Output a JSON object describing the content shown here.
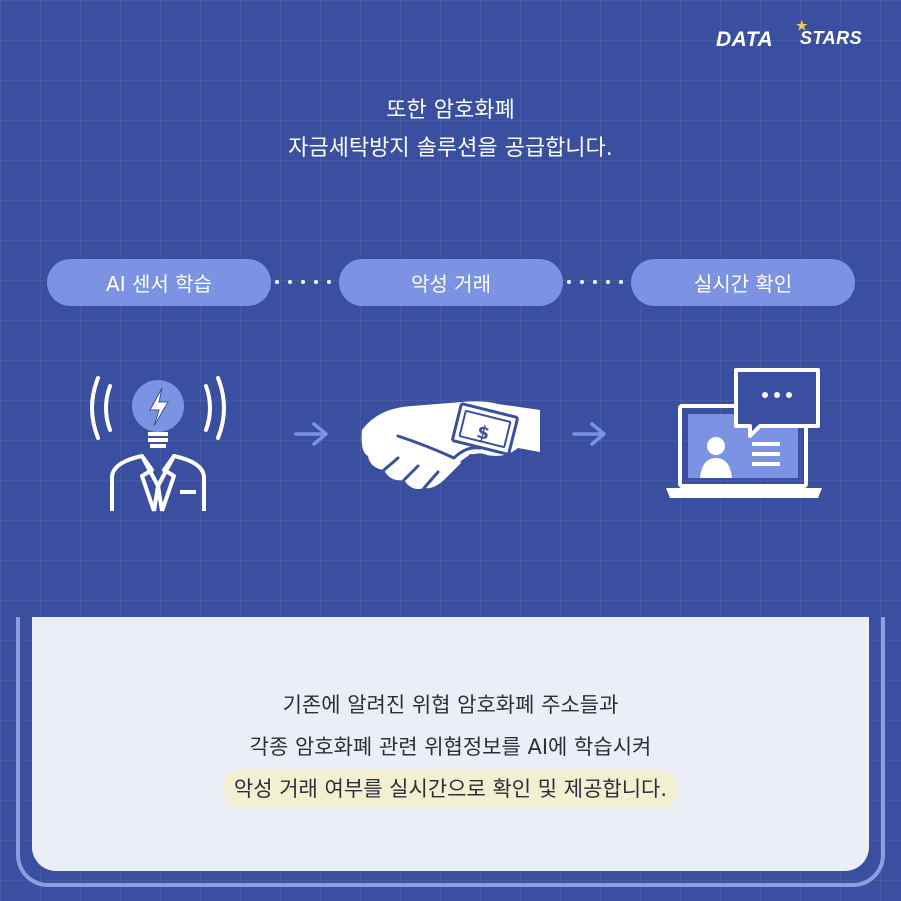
{
  "brand": {
    "word1": "DATA",
    "word2": "STARS"
  },
  "headline": {
    "line1": "또한 암호화폐",
    "line2": "자금세탁방지 솔루션을 공급합니다."
  },
  "steps": [
    {
      "label": "AI 센서 학습",
      "icon": "ai-person-lightbulb-icon"
    },
    {
      "label": "악성 거래",
      "icon": "handshake-money-icon"
    },
    {
      "label": "실시간 확인",
      "icon": "laptop-chat-icon"
    }
  ],
  "body": {
    "line1": "기존에 알려진 위협 암호화폐 주소들과",
    "line2": "각종 암호화폐 관련 위협정보를 AI에 학습시켜",
    "line3": "악성 거래 여부를 실시간으로 확인 및 제공합니다."
  },
  "colors": {
    "background": "#3a4f9f",
    "pill": "#7b93e2",
    "panel": "#eceef5",
    "frame": "#8b9fe0",
    "highlight": "#f3f0d2",
    "star": "#f2c94c"
  }
}
